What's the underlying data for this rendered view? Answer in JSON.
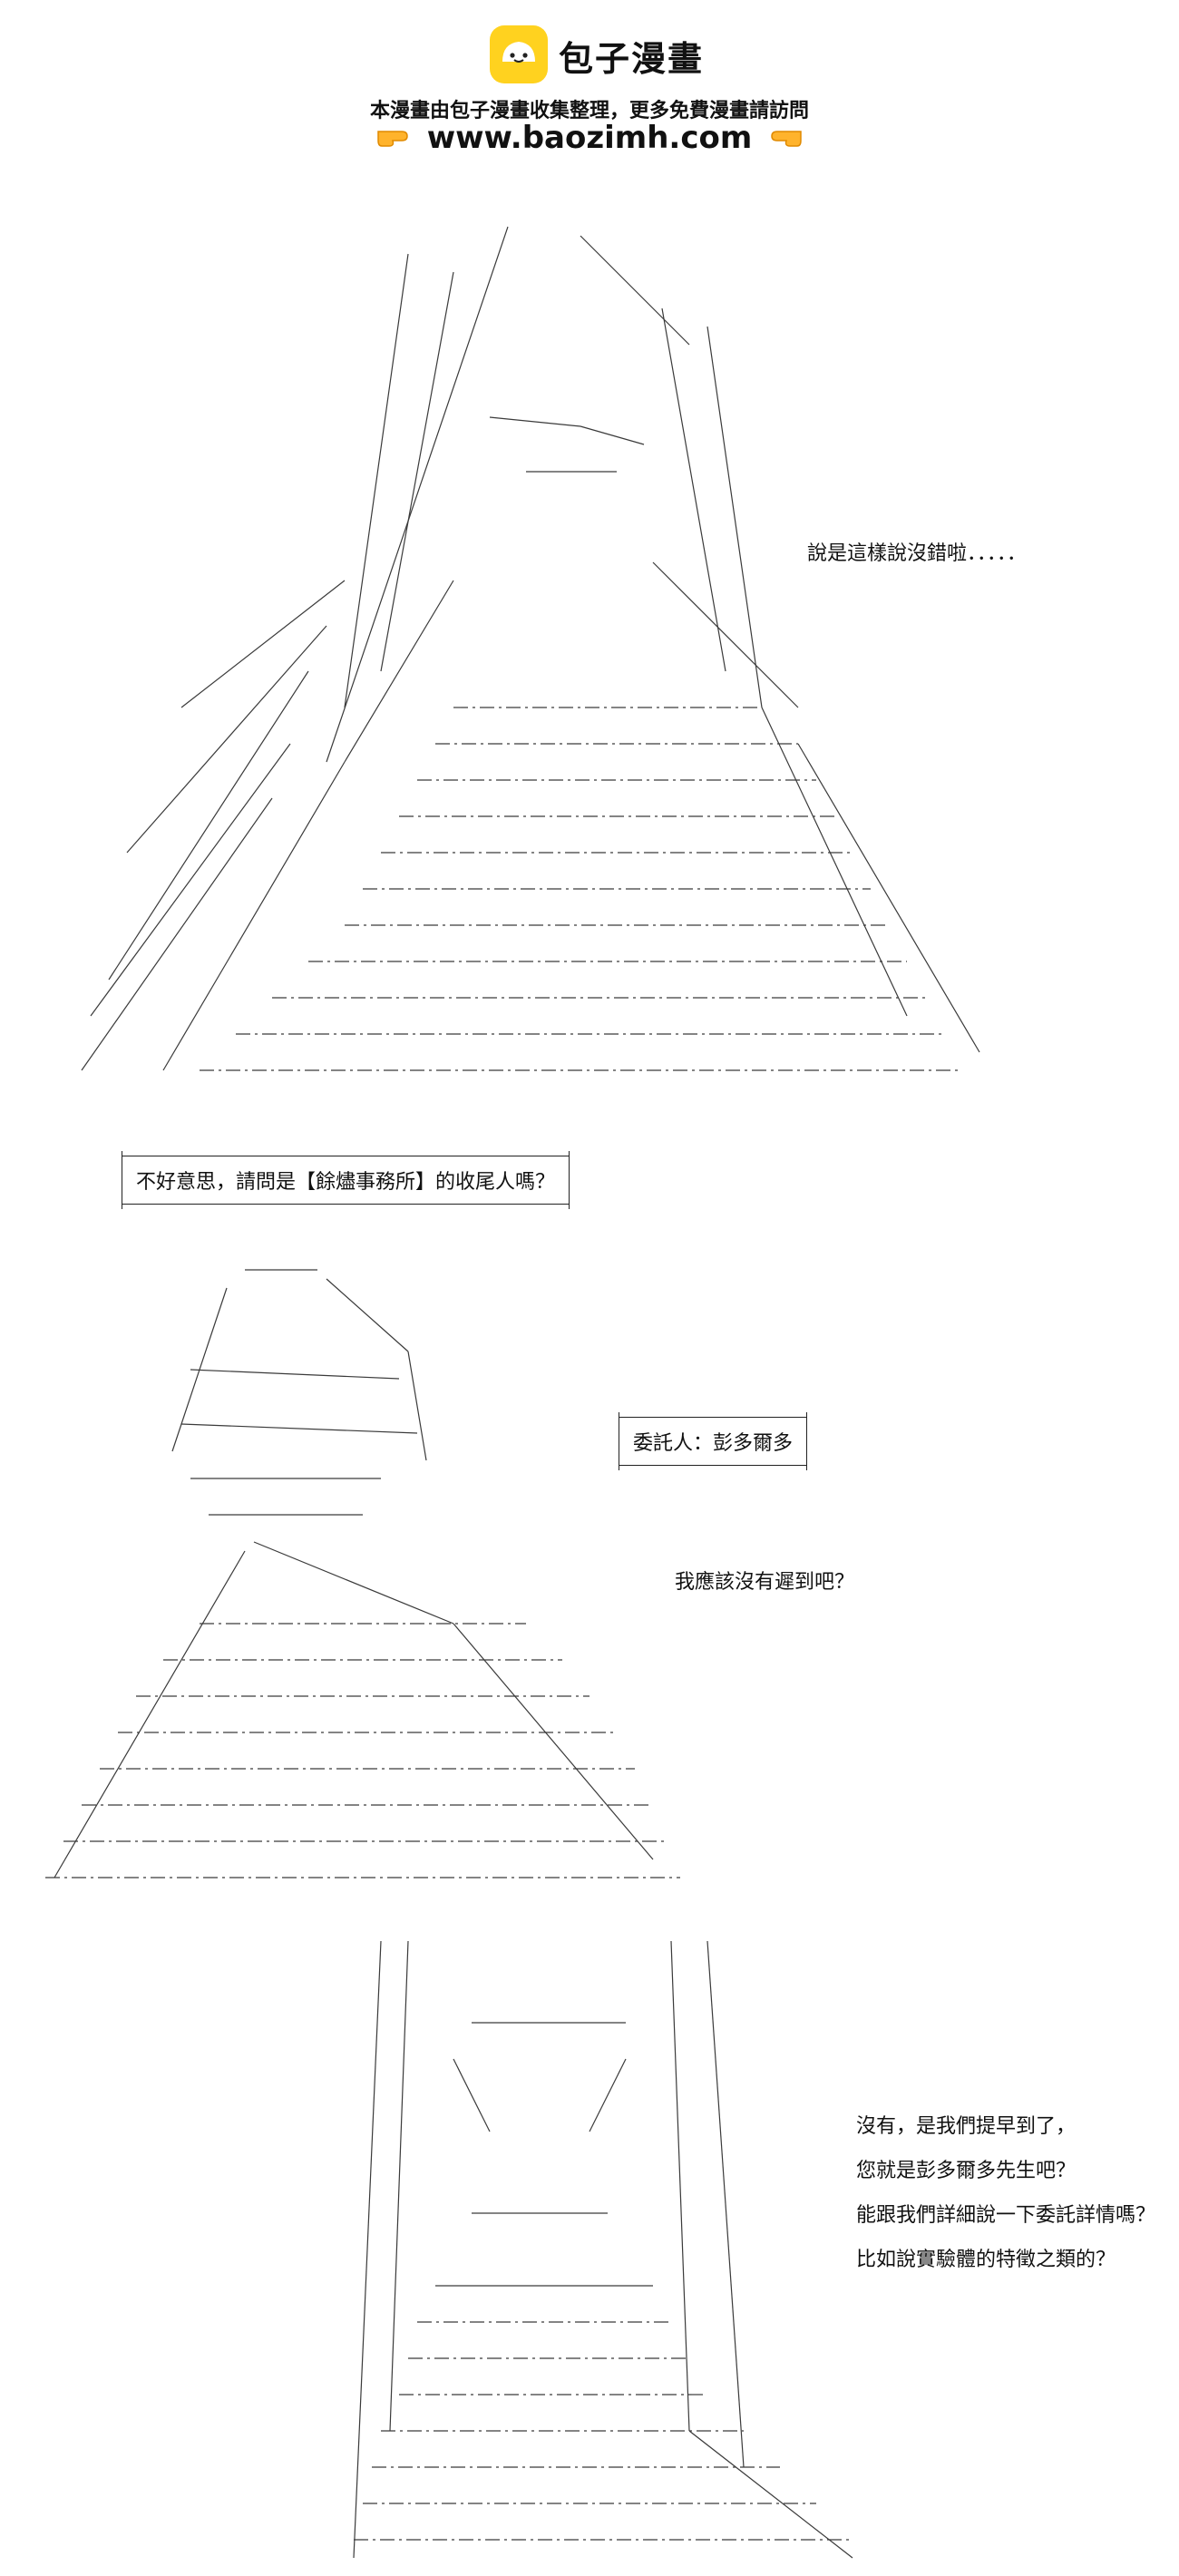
{
  "header": {
    "brand_name": "包子漫畫",
    "notice": "本漫畫由包子漫畫收集整理，更多免費漫畫請訪問",
    "site_url": "www.baozimh.com",
    "accent_color": "#ffd21f",
    "icons": [
      "baozi-logo-icon",
      "pointing-hand-icon"
    ]
  },
  "panel1": {
    "caption": "說是這樣說沒錯啦．．．．．"
  },
  "panel2": {
    "box_caption": "不好意思，請問是【餘燼事務所】的收尾人嗎？",
    "client_label": "委託人：彭多爾多",
    "caption": "我應該沒有遲到吧？"
  },
  "panel3": {
    "lines": [
      "沒有，是我們提早到了，",
      "您就是彭多爾多先生吧？",
      "能跟我們詳細說一下委託詳情嗎？",
      "比如說實驗體的特徵之類的？"
    ]
  }
}
